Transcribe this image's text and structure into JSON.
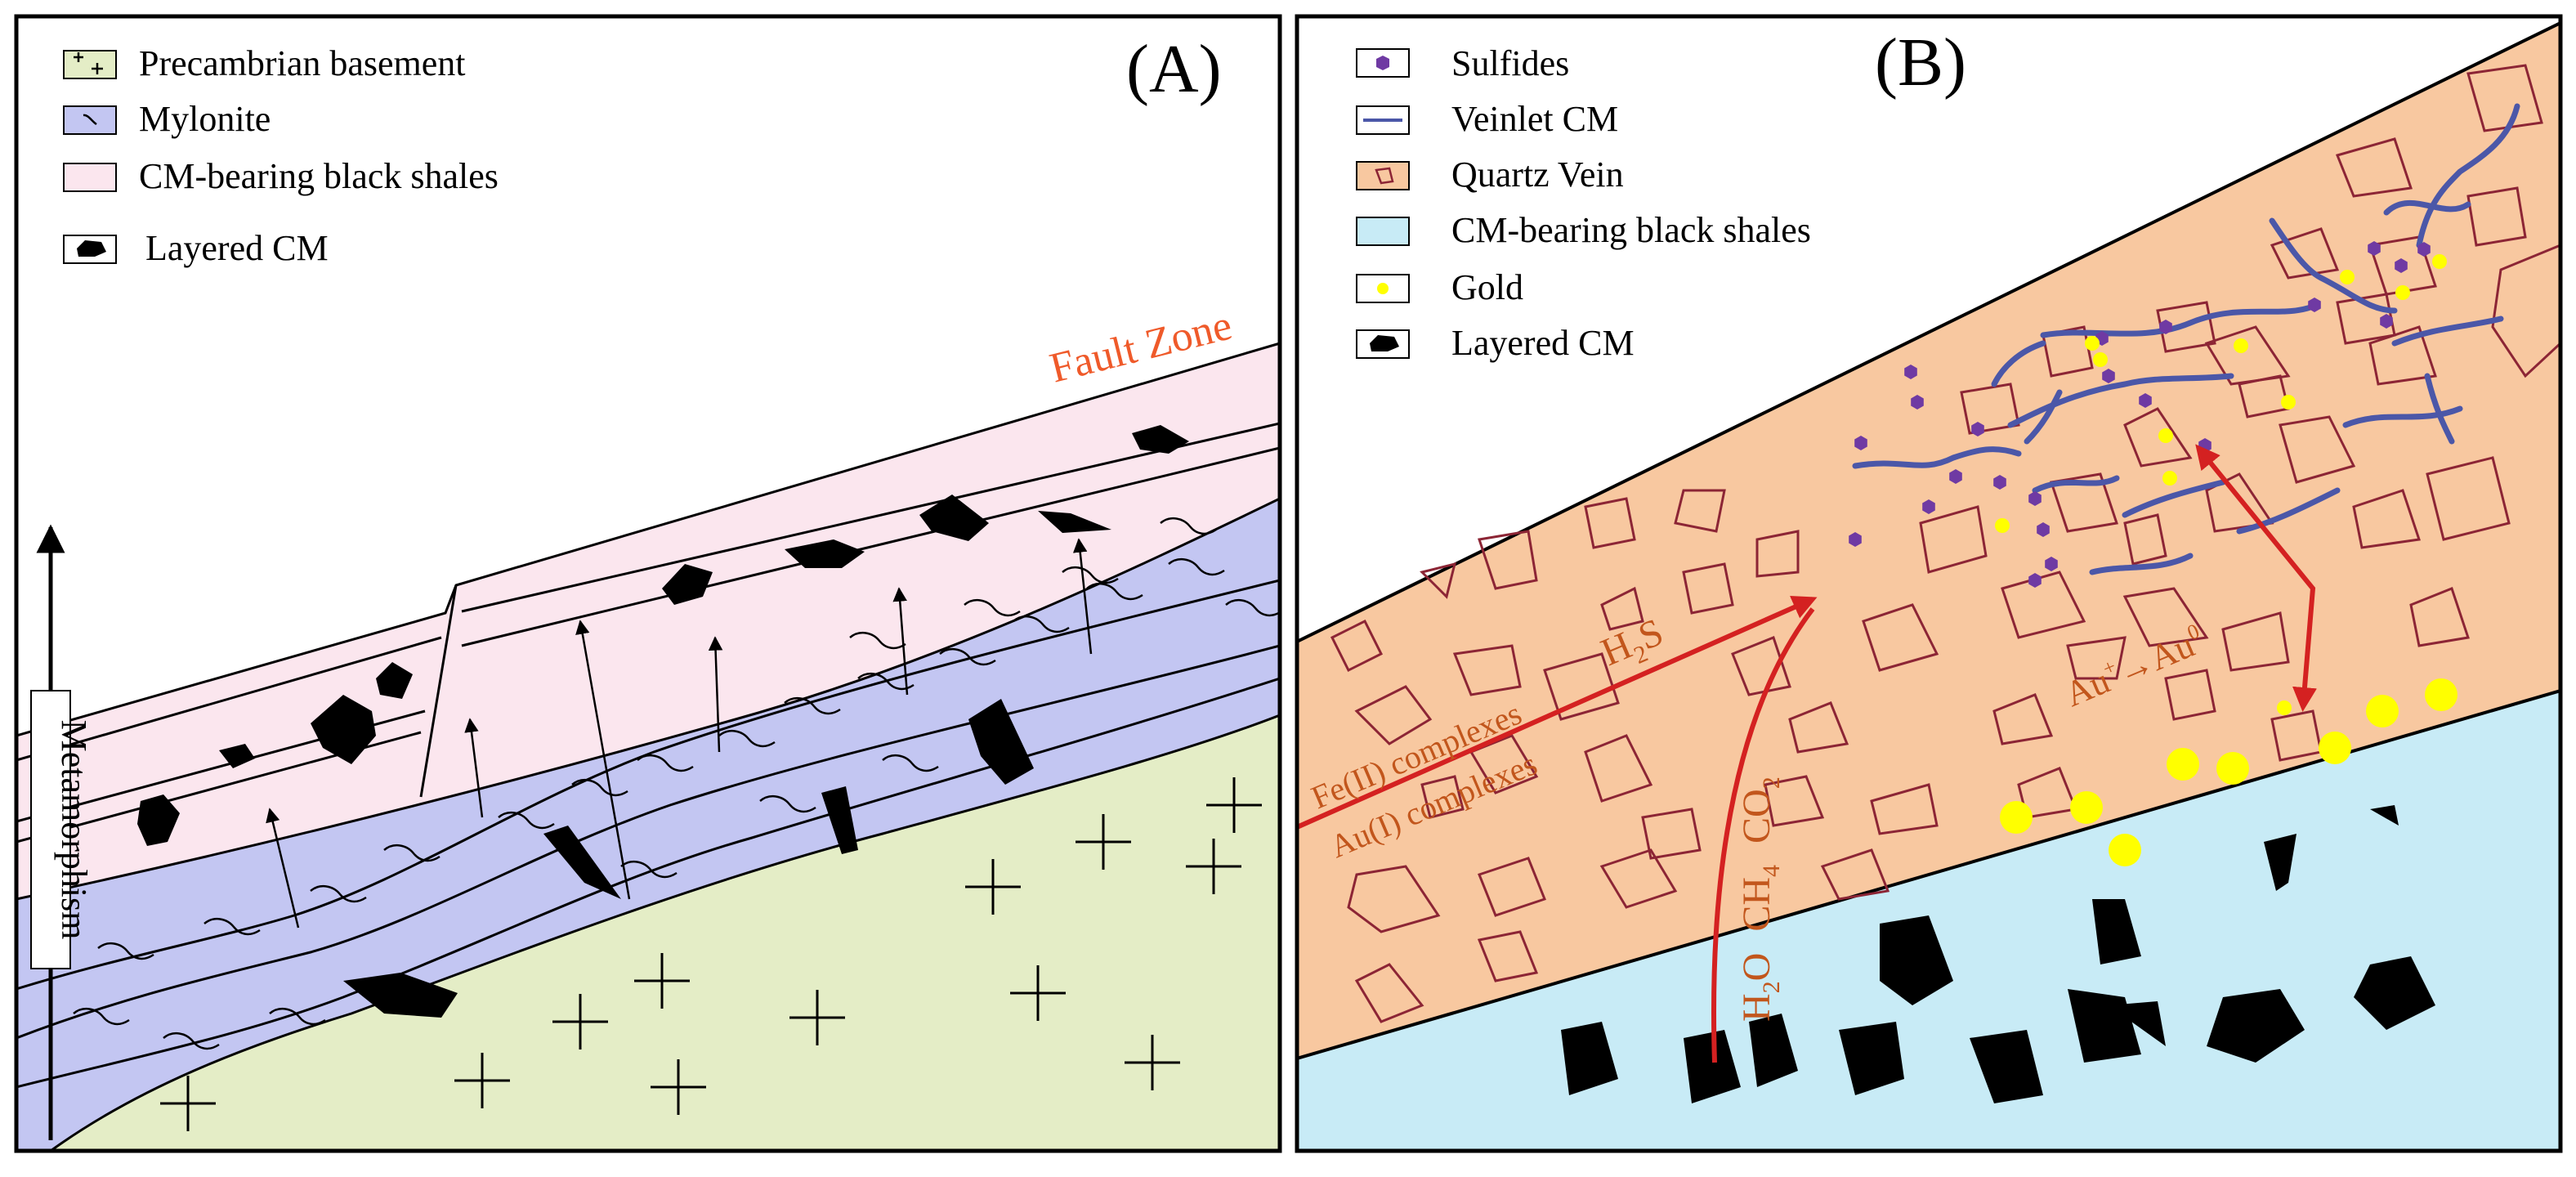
{
  "panel_a": {
    "label": "(A)",
    "legend": [
      {
        "key": "basement",
        "label": "Precambrian basement",
        "swatch_color": "#e4edc6"
      },
      {
        "key": "mylonite",
        "label": "Mylonite",
        "swatch_color": "#c3c6f2"
      },
      {
        "key": "shales",
        "label": "CM-bearing black shales",
        "swatch_color": "#fbe6ee"
      },
      {
        "key": "layered",
        "label": "Layered CM",
        "swatch_color": "#000000"
      }
    ],
    "fault_zone_label": "Fault Zone",
    "metamorphism_label": "Metamorphism"
  },
  "panel_b": {
    "label": "(B)",
    "legend": [
      {
        "key": "sulfides",
        "label": "Sulfides",
        "swatch_color": "#6f3aa3"
      },
      {
        "key": "veinlet",
        "label": "Veinlet CM",
        "swatch_color": "#4b57a8"
      },
      {
        "key": "quartz",
        "label": "Quartz Vein",
        "swatch_color": "#f8c8a0"
      },
      {
        "key": "shales",
        "label": "CM-bearing black shales",
        "swatch_color": "#c8ebf6"
      },
      {
        "key": "gold",
        "label": "Gold",
        "swatch_color": "#ffff00"
      },
      {
        "key": "layered",
        "label": "Layered CM",
        "swatch_color": "#000000"
      }
    ],
    "fluids": {
      "fe_complexes": "Fe(II) complexes",
      "au_complexes": "Au(I) complexes",
      "h2s": {
        "main": "H",
        "sub": "2",
        "tail": "S"
      },
      "gases": {
        "h": "H",
        "h_sub": "2",
        "o": "O",
        "ch": "CH",
        "ch_sub": "4",
        "co": "CO",
        "co_sub": "2"
      },
      "reduction": {
        "left": "Au",
        "left_sup": "+",
        "arrow": "→",
        "right": "Au",
        "right_sup": "0"
      }
    }
  },
  "colors": {
    "basement": "#e4edc6",
    "mylonite": "#c3c6f2",
    "shales_a": "#fbe6ee",
    "quartz": "#f8c8a0",
    "shales_b": "#c8ebf6",
    "fragment_stroke": "#8c2535",
    "veinlet": "#4b57a8",
    "sulfide": "#6f3aa3",
    "gold": "#ffff00",
    "fault_label": "#ef5a2a",
    "fluid_arrow": "#d42121",
    "fluid_text": "#c2561c"
  }
}
